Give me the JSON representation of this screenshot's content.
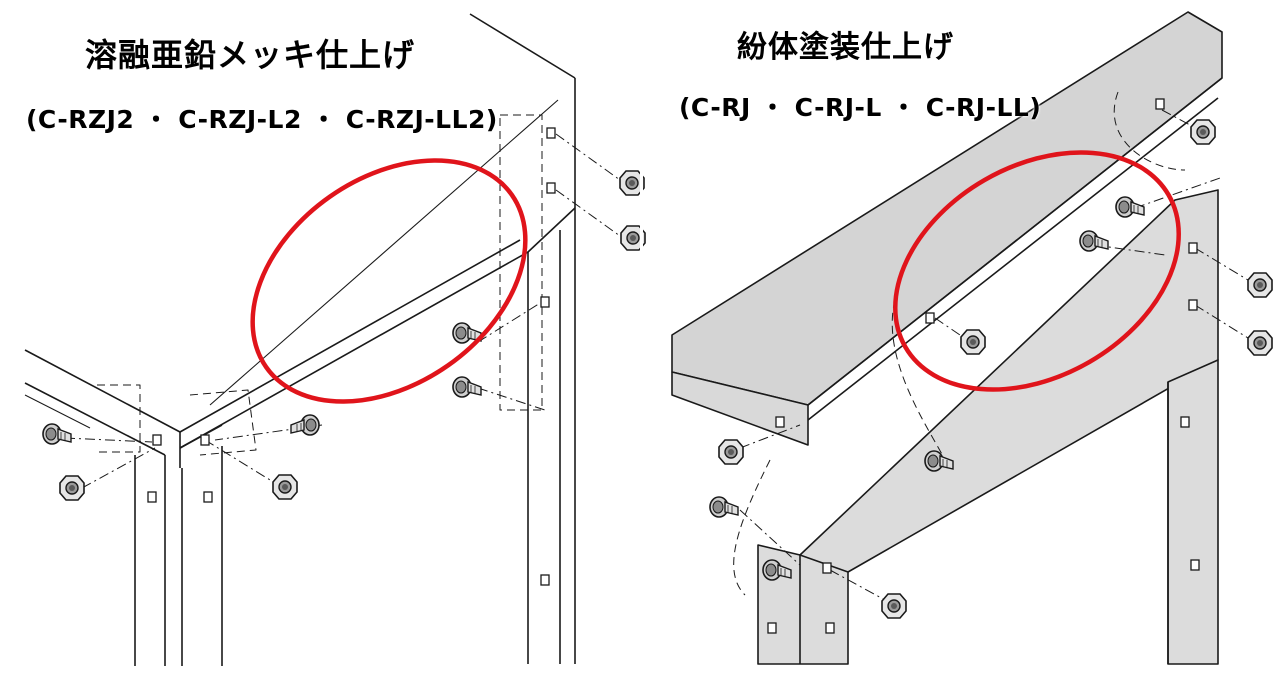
{
  "panels": {
    "left": {
      "title": "溶融亜鉛メッキ仕上げ",
      "models": "(C-RZJ2 ・ C-RZJ-L2 ・ C-RZJ-LL2)"
    },
    "right": {
      "title": "紛体塗装仕上げ",
      "models": "(C-RJ ・ C-RJ-L ・ C-RJ-LL)"
    }
  },
  "colors": {
    "highlight_ring": "#e0141b",
    "coated_surface": "#d4d4d4",
    "line": "#1a1a1a"
  }
}
